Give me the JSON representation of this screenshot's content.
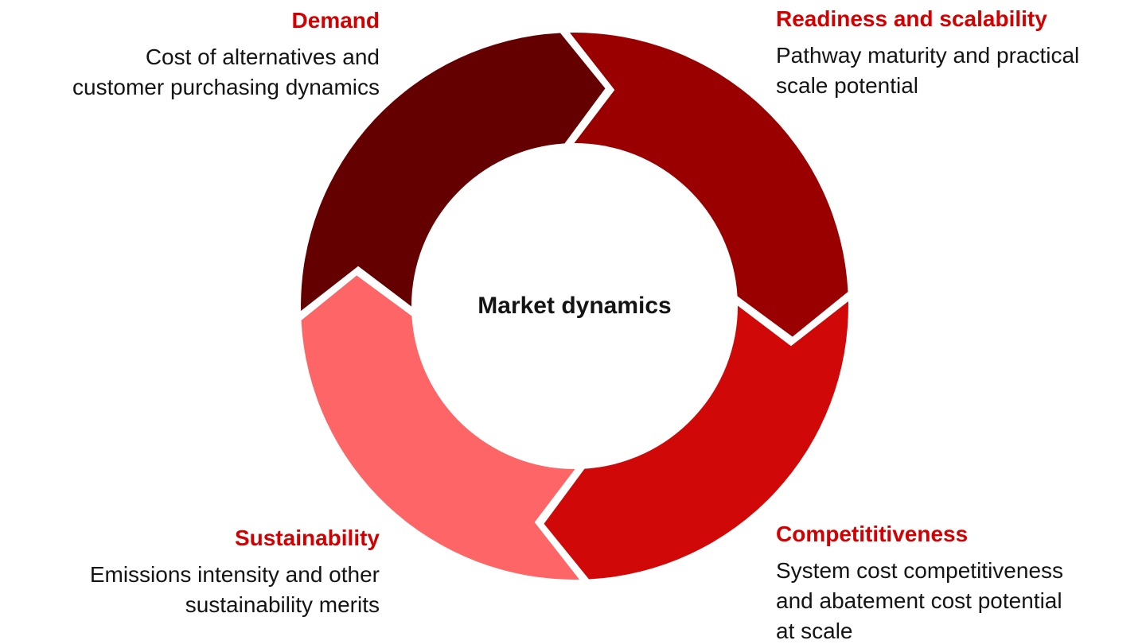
{
  "diagram": {
    "type": "cycle",
    "flow_direction": "clockwise",
    "center_label": "Market dynamics",
    "colors": {
      "heading": "#d20000",
      "body_text": "#141414",
      "background": "#ffffff",
      "gap": "#ffffff"
    },
    "segments": [
      {
        "id": "demand",
        "position": "top-left",
        "color": "#650001",
        "label": "Demand",
        "description": "Cost of alternatives and\ncustomer purchasing dynamics"
      },
      {
        "id": "readiness",
        "position": "top-right",
        "color": "#9a0000",
        "label": "Readiness and scalability",
        "description": "Pathway maturity and practical\nscale potential"
      },
      {
        "id": "competitiveness",
        "position": "bottom-right",
        "color": "#d10808",
        "label": "Competititiveness",
        "description": "System cost competitiveness\nand abatement cost potential\nat scale"
      },
      {
        "id": "sustainability",
        "position": "bottom-left",
        "color": "#fd6566",
        "label": "Sustainability",
        "description": "Emissions intensity and other\nsustainability merits"
      }
    ]
  }
}
